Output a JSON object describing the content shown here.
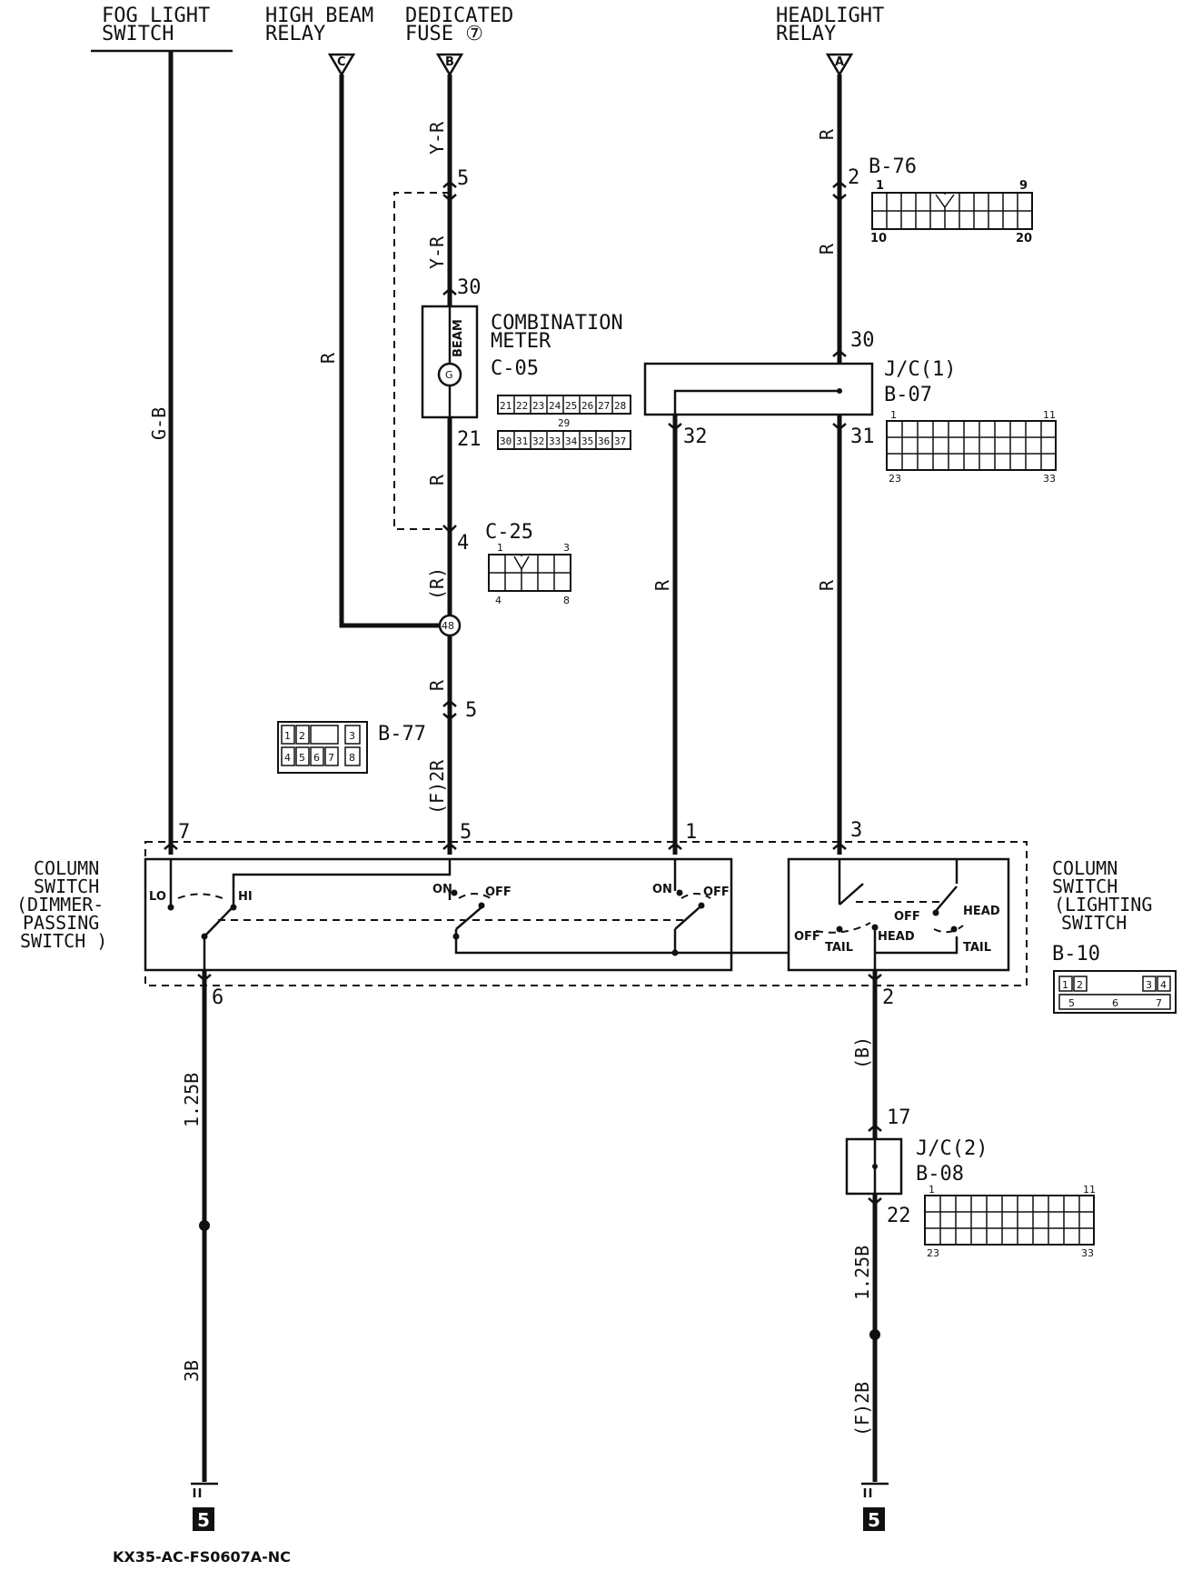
{
  "labels": {
    "fog_light_switch": [
      "FOG LIGHT",
      "SWITCH"
    ],
    "high_beam_relay": [
      "HIGH BEAM",
      "RELAY"
    ],
    "dedicated_fuse": [
      "DEDICATED",
      "FUSE ⑦"
    ],
    "headlight_relay": [
      "HEADLIGHT",
      "RELAY"
    ],
    "combination_meter": [
      "COMBINATION",
      "METER"
    ],
    "column_switch_dimmer": [
      "COLUMN",
      "SWITCH",
      "(DIMMER-",
      "PASSING",
      "SWITCH )"
    ],
    "column_switch_lighting": [
      "COLUMN",
      "SWITCH",
      "(LIGHTING",
      "SWITCH"
    ],
    "jc1": "J/C(1)",
    "jc2": "J/C(2)",
    "beam": "BEAM"
  },
  "terminals": {
    "c": "C",
    "b": "B",
    "a": "A"
  },
  "connectors": {
    "c05": "C-05",
    "c25": "C-25",
    "b76": "B-76",
    "b07": "B-07",
    "b08": "B-08",
    "b77": "B-77",
    "b10": "B-10",
    "splice": "48"
  },
  "wire_colors": {
    "gb": "G-B",
    "r": "R",
    "yr": "Y-R",
    "r_paren": "(R)",
    "f2r": "(F)2R",
    "b_paren": "(B)",
    "w125b": "1.25B",
    "w3b": "3B",
    "f2b": "(F)2B"
  },
  "pins": {
    "p5": "5",
    "p30": "30",
    "p21": "21",
    "p4": "4",
    "p7": "7",
    "p1": "1",
    "p3": "3",
    "p6": "6",
    "p2": "2",
    "p32": "32",
    "p31": "31",
    "p17": "17",
    "p22": "22"
  },
  "switch_labels": {
    "lo": "LO",
    "hi": "HI",
    "on": "ON",
    "off": "OFF",
    "tail": "TAIL",
    "head": "HEAD"
  },
  "connector_pins": {
    "b76": [
      "1",
      "9",
      "10",
      "20"
    ],
    "b07": [
      "1",
      "11",
      "23",
      "33"
    ],
    "b08": [
      "1",
      "11",
      "23",
      "33"
    ],
    "c25": [
      "1",
      "3",
      "4",
      "8"
    ],
    "c05_top": [
      "21",
      "22",
      "23",
      "24",
      "25",
      "26",
      "27",
      "28"
    ],
    "c05_mid": "29",
    "c05_bot": [
      "30",
      "31",
      "32",
      "33",
      "34",
      "35",
      "36",
      "37"
    ],
    "b77_top": [
      "1",
      "2",
      "3"
    ],
    "b77_bot": [
      "4",
      "5",
      "6",
      "7",
      "8"
    ],
    "b10_top": [
      "1",
      "2",
      "3",
      "4"
    ],
    "b10_bot": [
      "5",
      "6",
      "7"
    ]
  },
  "ground_number": "5",
  "footer_code": "KX35-AC-FS0607A-NC"
}
